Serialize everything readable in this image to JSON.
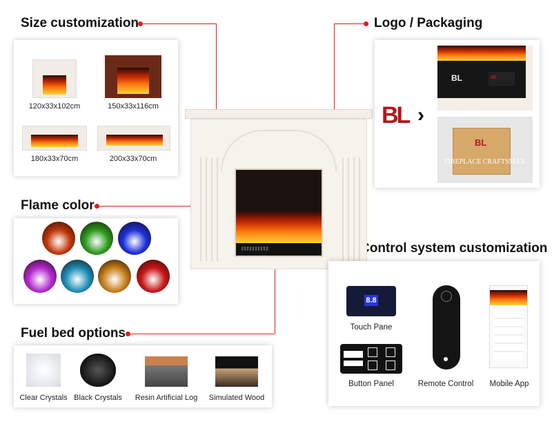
{
  "size": {
    "title": "Size customization",
    "items": [
      "120x33x102cm",
      "150x33x116cm",
      "180x33x70cm",
      "200x33x70cm"
    ]
  },
  "logo": {
    "title": "Logo / Packaging",
    "brand": "BL",
    "watermark": "FIREPLACE CRAFTSMAN",
    "panel_display": "30"
  },
  "flame": {
    "title": "Flame color",
    "colors": [
      "#c2380c",
      "#2c9a1c",
      "#1b2fd8",
      "#b42ad0",
      "#1f8fb8",
      "#c8801c",
      "#c81818"
    ]
  },
  "control": {
    "title": "Control system customization",
    "display": "8.8",
    "items": [
      "Touch Pane",
      "Button Panel",
      "Remote Control",
      "Mobile App"
    ]
  },
  "fuel": {
    "title": "Fuel bed options",
    "items": [
      "Clear Crystals",
      "Black Crystals",
      "Resin Artificial Log",
      "Simulated Wood"
    ]
  },
  "accent": "#e0201c"
}
